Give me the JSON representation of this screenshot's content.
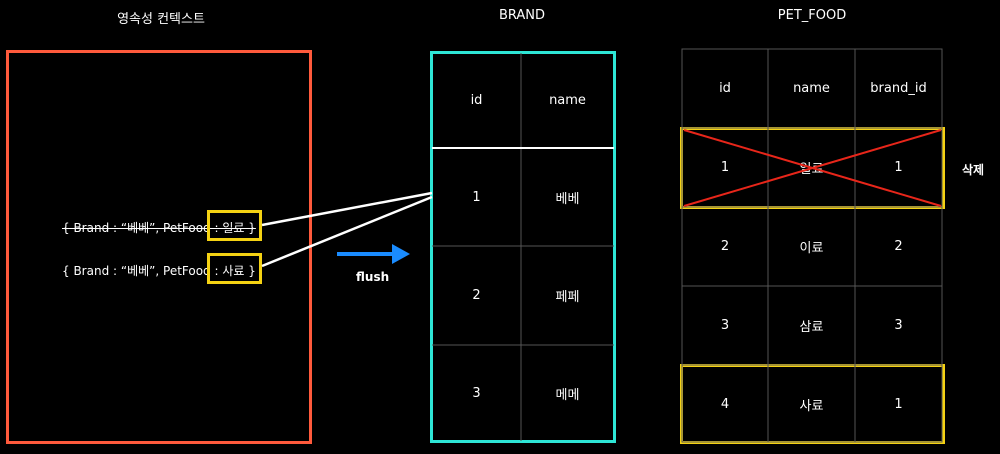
{
  "titles": {
    "pc": "영속성 컨텍스트",
    "brand": "BRAND",
    "petfood": "PET_FOOD"
  },
  "entities": [
    {
      "text": "{ Brand : “베베”, PetFood : 일료 }",
      "struck": true
    },
    {
      "text": "{ Brand : “베베”, PetFood : 사료 }",
      "struck": false
    }
  ],
  "flush": {
    "label": "flush"
  },
  "brand_table": {
    "headers": [
      "id",
      "name"
    ],
    "rows": [
      [
        "1",
        "베베"
      ],
      [
        "2",
        "페페"
      ],
      [
        "3",
        "메메"
      ]
    ]
  },
  "petfood_table": {
    "headers": [
      "id",
      "name",
      "brand_id"
    ],
    "rows": [
      [
        "1",
        "일료",
        "1"
      ],
      [
        "2",
        "이료",
        "2"
      ],
      [
        "3",
        "삼료",
        "3"
      ],
      [
        "4",
        "사료",
        "1"
      ]
    ]
  },
  "delete_label": "삭제",
  "colors": {
    "pc_border": "#ff5a3c",
    "brand_border": "#2ee6d6",
    "highlight": "#f5d213",
    "arrow": "#1a8cff",
    "cross": "#e8261a"
  }
}
